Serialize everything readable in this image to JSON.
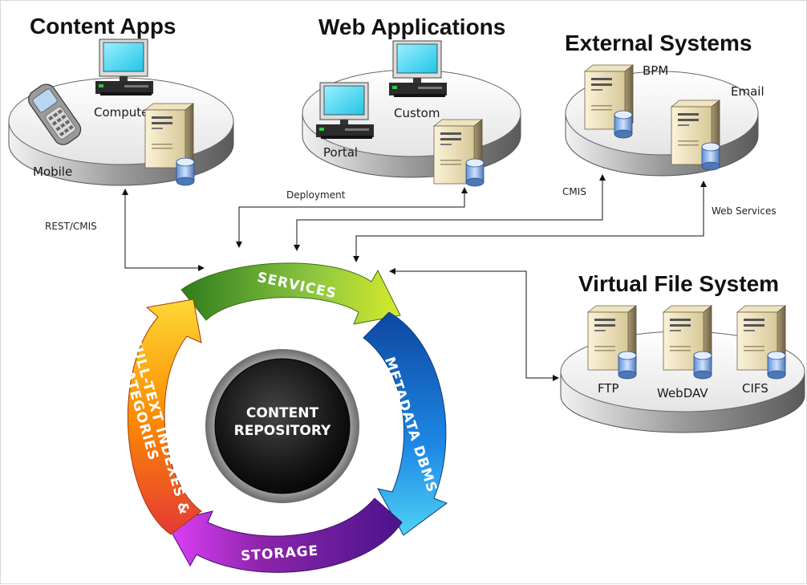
{
  "groups": {
    "content_apps": {
      "title": "Content Apps",
      "items": [
        "Computer",
        "Mobile"
      ]
    },
    "web_applications": {
      "title": "Web Applications",
      "items": [
        "Custom",
        "Portal"
      ]
    },
    "external_systems": {
      "title": "External Systems",
      "items": [
        "BPM",
        "Email"
      ]
    },
    "virtual_file_system": {
      "title": "Virtual File System",
      "items": [
        "FTP",
        "WebDAV",
        "CIFS"
      ]
    }
  },
  "connections": {
    "rest_cmis": "REST/CMIS",
    "deployment": "Deployment",
    "cmis": "CMIS",
    "web_services": "Web Services"
  },
  "cycle": {
    "services": "SERVICES",
    "metadata": "METADATA DBMS",
    "storage": "STORAGE",
    "fulltext_line1": "FULL-TEXT INDEXES &",
    "fulltext_line2": "CATEGORIES"
  },
  "center": {
    "line1": "CONTENT",
    "line2": "REPOSITORY"
  },
  "colors": {
    "services": "#7cb518",
    "metadata": "#1e88e5",
    "storage": "#8e24aa",
    "fulltext": "#f57c00",
    "center": "#222222",
    "monitor_screen": "#3fd6f0"
  }
}
